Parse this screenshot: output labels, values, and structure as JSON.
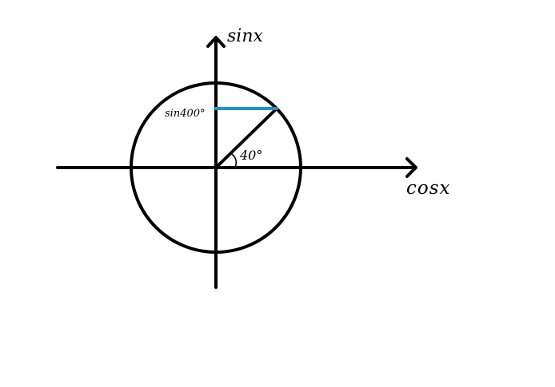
{
  "diagram": {
    "labels": {
      "y_axis": "sinx",
      "x_axis": "cosx",
      "sin_point": "sin400°",
      "angle": "40°"
    },
    "angle_degrees": 40,
    "colors": {
      "stroke": "#000000",
      "sine_segment": "#1e90d6",
      "background": "#ffffff"
    }
  }
}
